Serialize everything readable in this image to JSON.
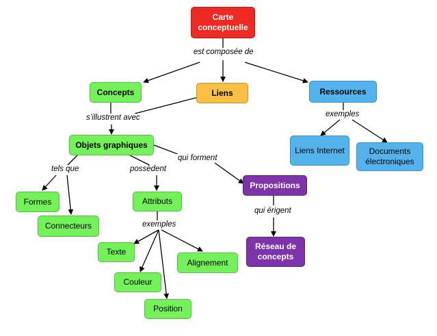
{
  "colors": {
    "red": "#ee2a24",
    "orange": "#f7bf44",
    "green": "#73f05a",
    "blue": "#55b3ec",
    "purple": "#7d34a8"
  },
  "nodes": {
    "carte": "Carte conceptuelle",
    "concepts": "Concepts",
    "liens": "Liens",
    "ressources": "Ressources",
    "objets": "Objets graphiques",
    "formes": "Formes",
    "connecteurs": "Connecteurs",
    "attributs": "Attributs",
    "texte": "Texte",
    "couleur": "Couleur",
    "position": "Position",
    "alignement": "Alignement",
    "propositions": "Propositions",
    "reseau": "Réseau de concepts",
    "liens_internet": "Liens Internet",
    "documents": "Documents électroniques"
  },
  "labels": {
    "composee": "est composée de",
    "illustrent": "s’illustrent avec",
    "tels_que": "tels que",
    "possedent": "possèdent",
    "qui_forment": "qui forment",
    "exemples_attr": "exemples",
    "qui_erigent": "qui érigent",
    "exemples_res": "exemples"
  }
}
